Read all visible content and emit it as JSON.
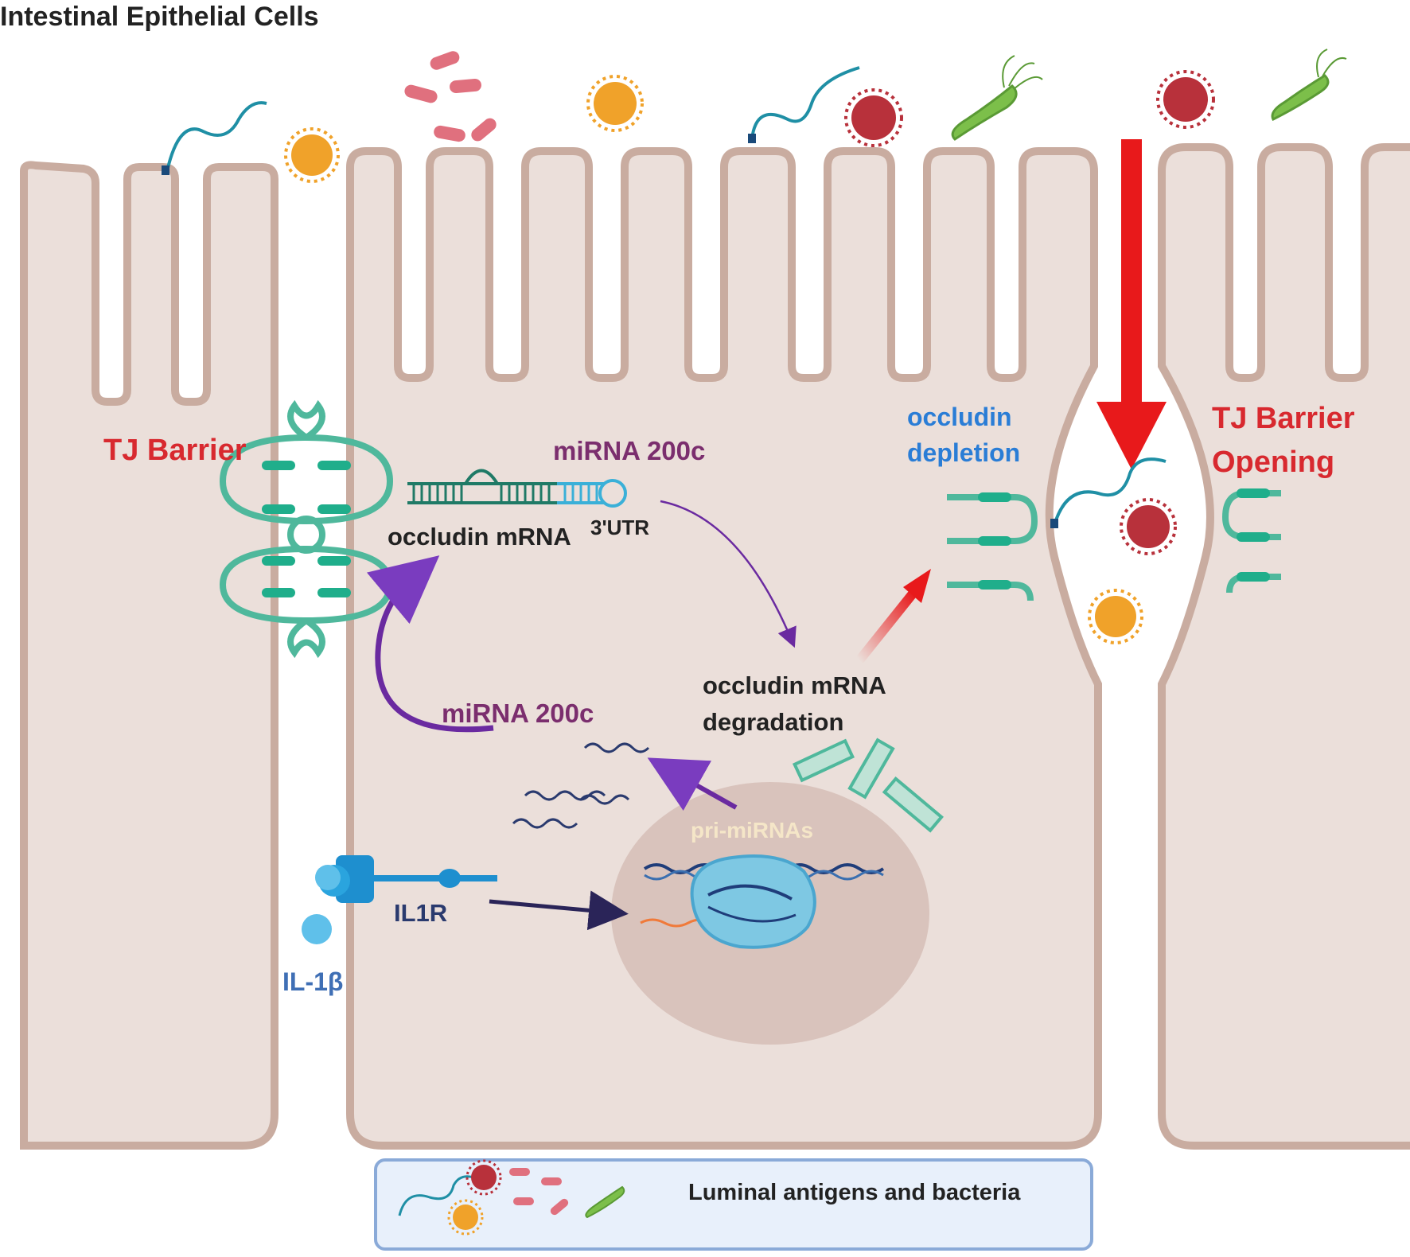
{
  "header": {
    "title": "Intestinal Epithelial Cells"
  },
  "labels": {
    "tj_barrier": "TJ Barrier",
    "mirna_top": "miRNA 200c",
    "occludin_mrna": "occludin mRNA",
    "utr": "3'UTR",
    "occludin_depletion_1": "occludin",
    "occludin_depletion_2": "depletion",
    "tj_opening_1": "TJ Barrier",
    "tj_opening_2": "Opening",
    "degradation_1": "occludin mRNA",
    "degradation_2": "degradation",
    "mirna_mid": "miRNA 200c",
    "pri_mirnas": "pri-miRNAs",
    "il1r": "IL1R",
    "il1b": "IL-1β"
  },
  "legend": {
    "label": "Luminal antigens and bacteria"
  },
  "colors": {
    "cell_fill": "#ebdfda",
    "cell_border": "#c9aca0",
    "nucleus": "#d9c3bc",
    "title_red": "#d8292f",
    "mirna_purple": "#7b2e6e",
    "depletion_blue": "#2a7dd6",
    "tj_green": "#4fb89c",
    "arrow_red": "#e8191b",
    "arrow_purple": "#6a2aa0",
    "receptor_blue": "#1e8fcf"
  }
}
